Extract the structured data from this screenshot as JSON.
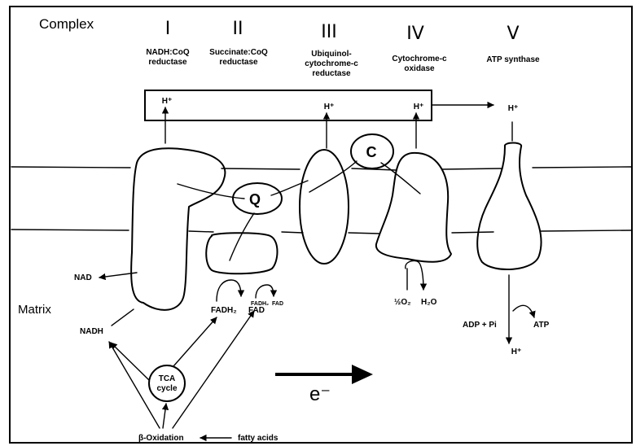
{
  "header": {
    "complex_label": "Complex"
  },
  "complexes": [
    {
      "numeral": "I",
      "name_lines": [
        "NADH:CoQ",
        "reductase"
      ]
    },
    {
      "numeral": "II",
      "name_lines": [
        "Succinate:CoQ",
        "reductase"
      ]
    },
    {
      "numeral": "III",
      "name_lines": [
        "Ubiquinol-",
        "cytochrome-c",
        "reductase"
      ]
    },
    {
      "numeral": "IV",
      "name_lines": [
        "Cytochrome-c",
        "oxidase"
      ]
    },
    {
      "numeral": "V",
      "name_lines": [
        "ATP synthase"
      ]
    }
  ],
  "carriers": {
    "q": "Q",
    "c": "C"
  },
  "protons": {
    "h_plus": "H⁺"
  },
  "labels": {
    "matrix": "Matrix",
    "nad": "NAD",
    "nadh": "NADH",
    "fadh2": "FADH₂",
    "fad": "FAD",
    "fadh2_small": "FADH₂",
    "fad_small": "FAD",
    "half_o2": "½O₂",
    "h2o": "H₂O",
    "adp_pi": "ADP + Pi",
    "atp": "ATP",
    "tca_lines": [
      "TCA",
      "cycle"
    ],
    "beta_oxidation": "β-Oxidation",
    "fatty_acids": "fatty acids",
    "electron": "e⁻"
  }
}
